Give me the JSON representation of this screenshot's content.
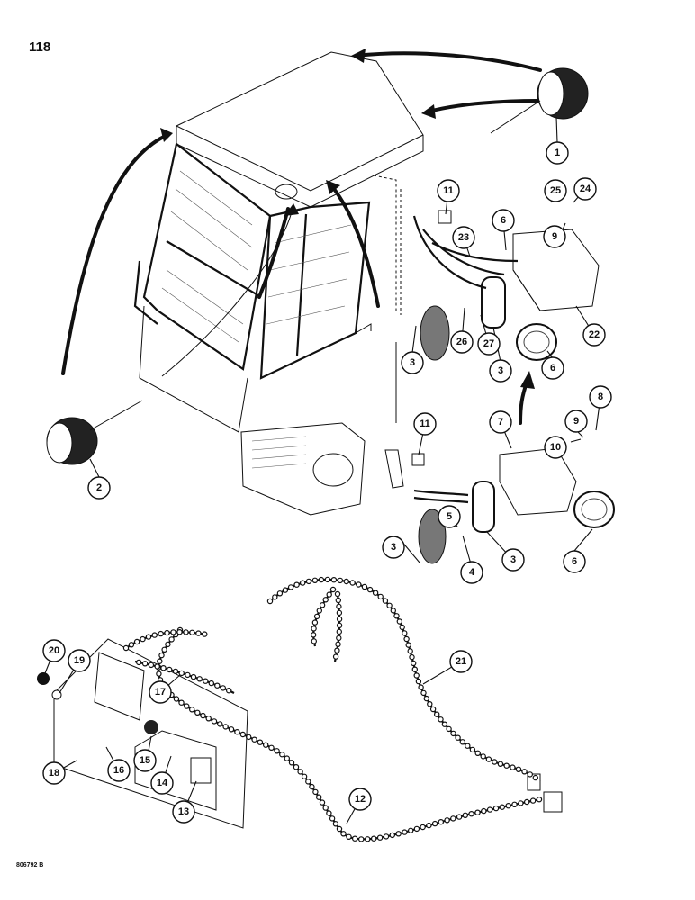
{
  "page": {
    "number": "118",
    "drawing_code": "806792 B"
  },
  "callouts": [
    {
      "id": "c1",
      "label": "1"
    },
    {
      "id": "c2",
      "label": "2"
    },
    {
      "id": "c3a",
      "label": "3"
    },
    {
      "id": "c3b",
      "label": "3"
    },
    {
      "id": "c3c",
      "label": "3"
    },
    {
      "id": "c3d",
      "label": "3"
    },
    {
      "id": "c4",
      "label": "4"
    },
    {
      "id": "c5",
      "label": "5"
    },
    {
      "id": "c6a",
      "label": "6"
    },
    {
      "id": "c6b",
      "label": "6"
    },
    {
      "id": "c6c",
      "label": "6"
    },
    {
      "id": "c7",
      "label": "7"
    },
    {
      "id": "c8",
      "label": "8"
    },
    {
      "id": "c9a",
      "label": "9"
    },
    {
      "id": "c9b",
      "label": "9"
    },
    {
      "id": "c10",
      "label": "10"
    },
    {
      "id": "c11a",
      "label": "11"
    },
    {
      "id": "c11b",
      "label": "11"
    },
    {
      "id": "c12",
      "label": "12"
    },
    {
      "id": "c13",
      "label": "13"
    },
    {
      "id": "c14",
      "label": "14"
    },
    {
      "id": "c15",
      "label": "15"
    },
    {
      "id": "c16",
      "label": "16"
    },
    {
      "id": "c17",
      "label": "17"
    },
    {
      "id": "c18",
      "label": "18"
    },
    {
      "id": "c19",
      "label": "19"
    },
    {
      "id": "c20",
      "label": "20"
    },
    {
      "id": "c21",
      "label": "21"
    },
    {
      "id": "c22",
      "label": "22"
    },
    {
      "id": "c23",
      "label": "23"
    },
    {
      "id": "c24",
      "label": "24"
    },
    {
      "id": "c25",
      "label": "25"
    },
    {
      "id": "c26",
      "label": "26"
    },
    {
      "id": "c27",
      "label": "27"
    }
  ]
}
